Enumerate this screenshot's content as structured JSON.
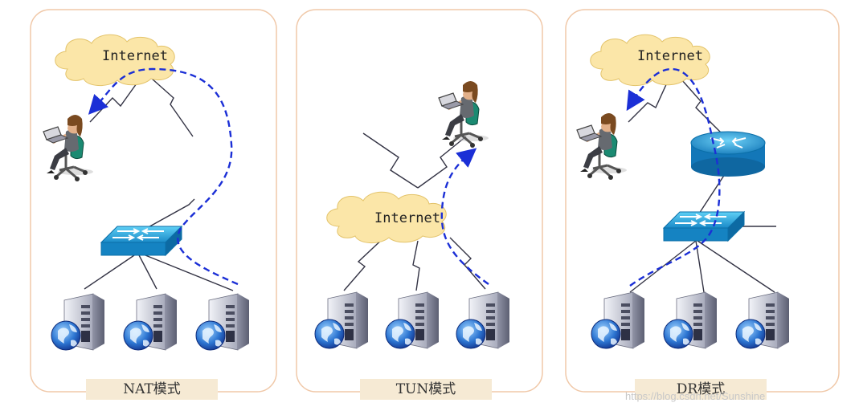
{
  "panels": [
    {
      "label": "NAT模式",
      "cloud": "Internet"
    },
    {
      "label": "TUN模式",
      "cloud": "Internet"
    },
    {
      "label": "DR模式",
      "cloud": "Internet"
    }
  ],
  "watermark": "https://blog.csdn.net/Sunshine",
  "colors": {
    "panel_border": "#f0c8a8",
    "label_bg": "#f6ead4",
    "cloud_fill": "#fbe6a8",
    "arrow": "#1b2fd6",
    "switch": "#1e9ad6",
    "line": "#333344"
  }
}
